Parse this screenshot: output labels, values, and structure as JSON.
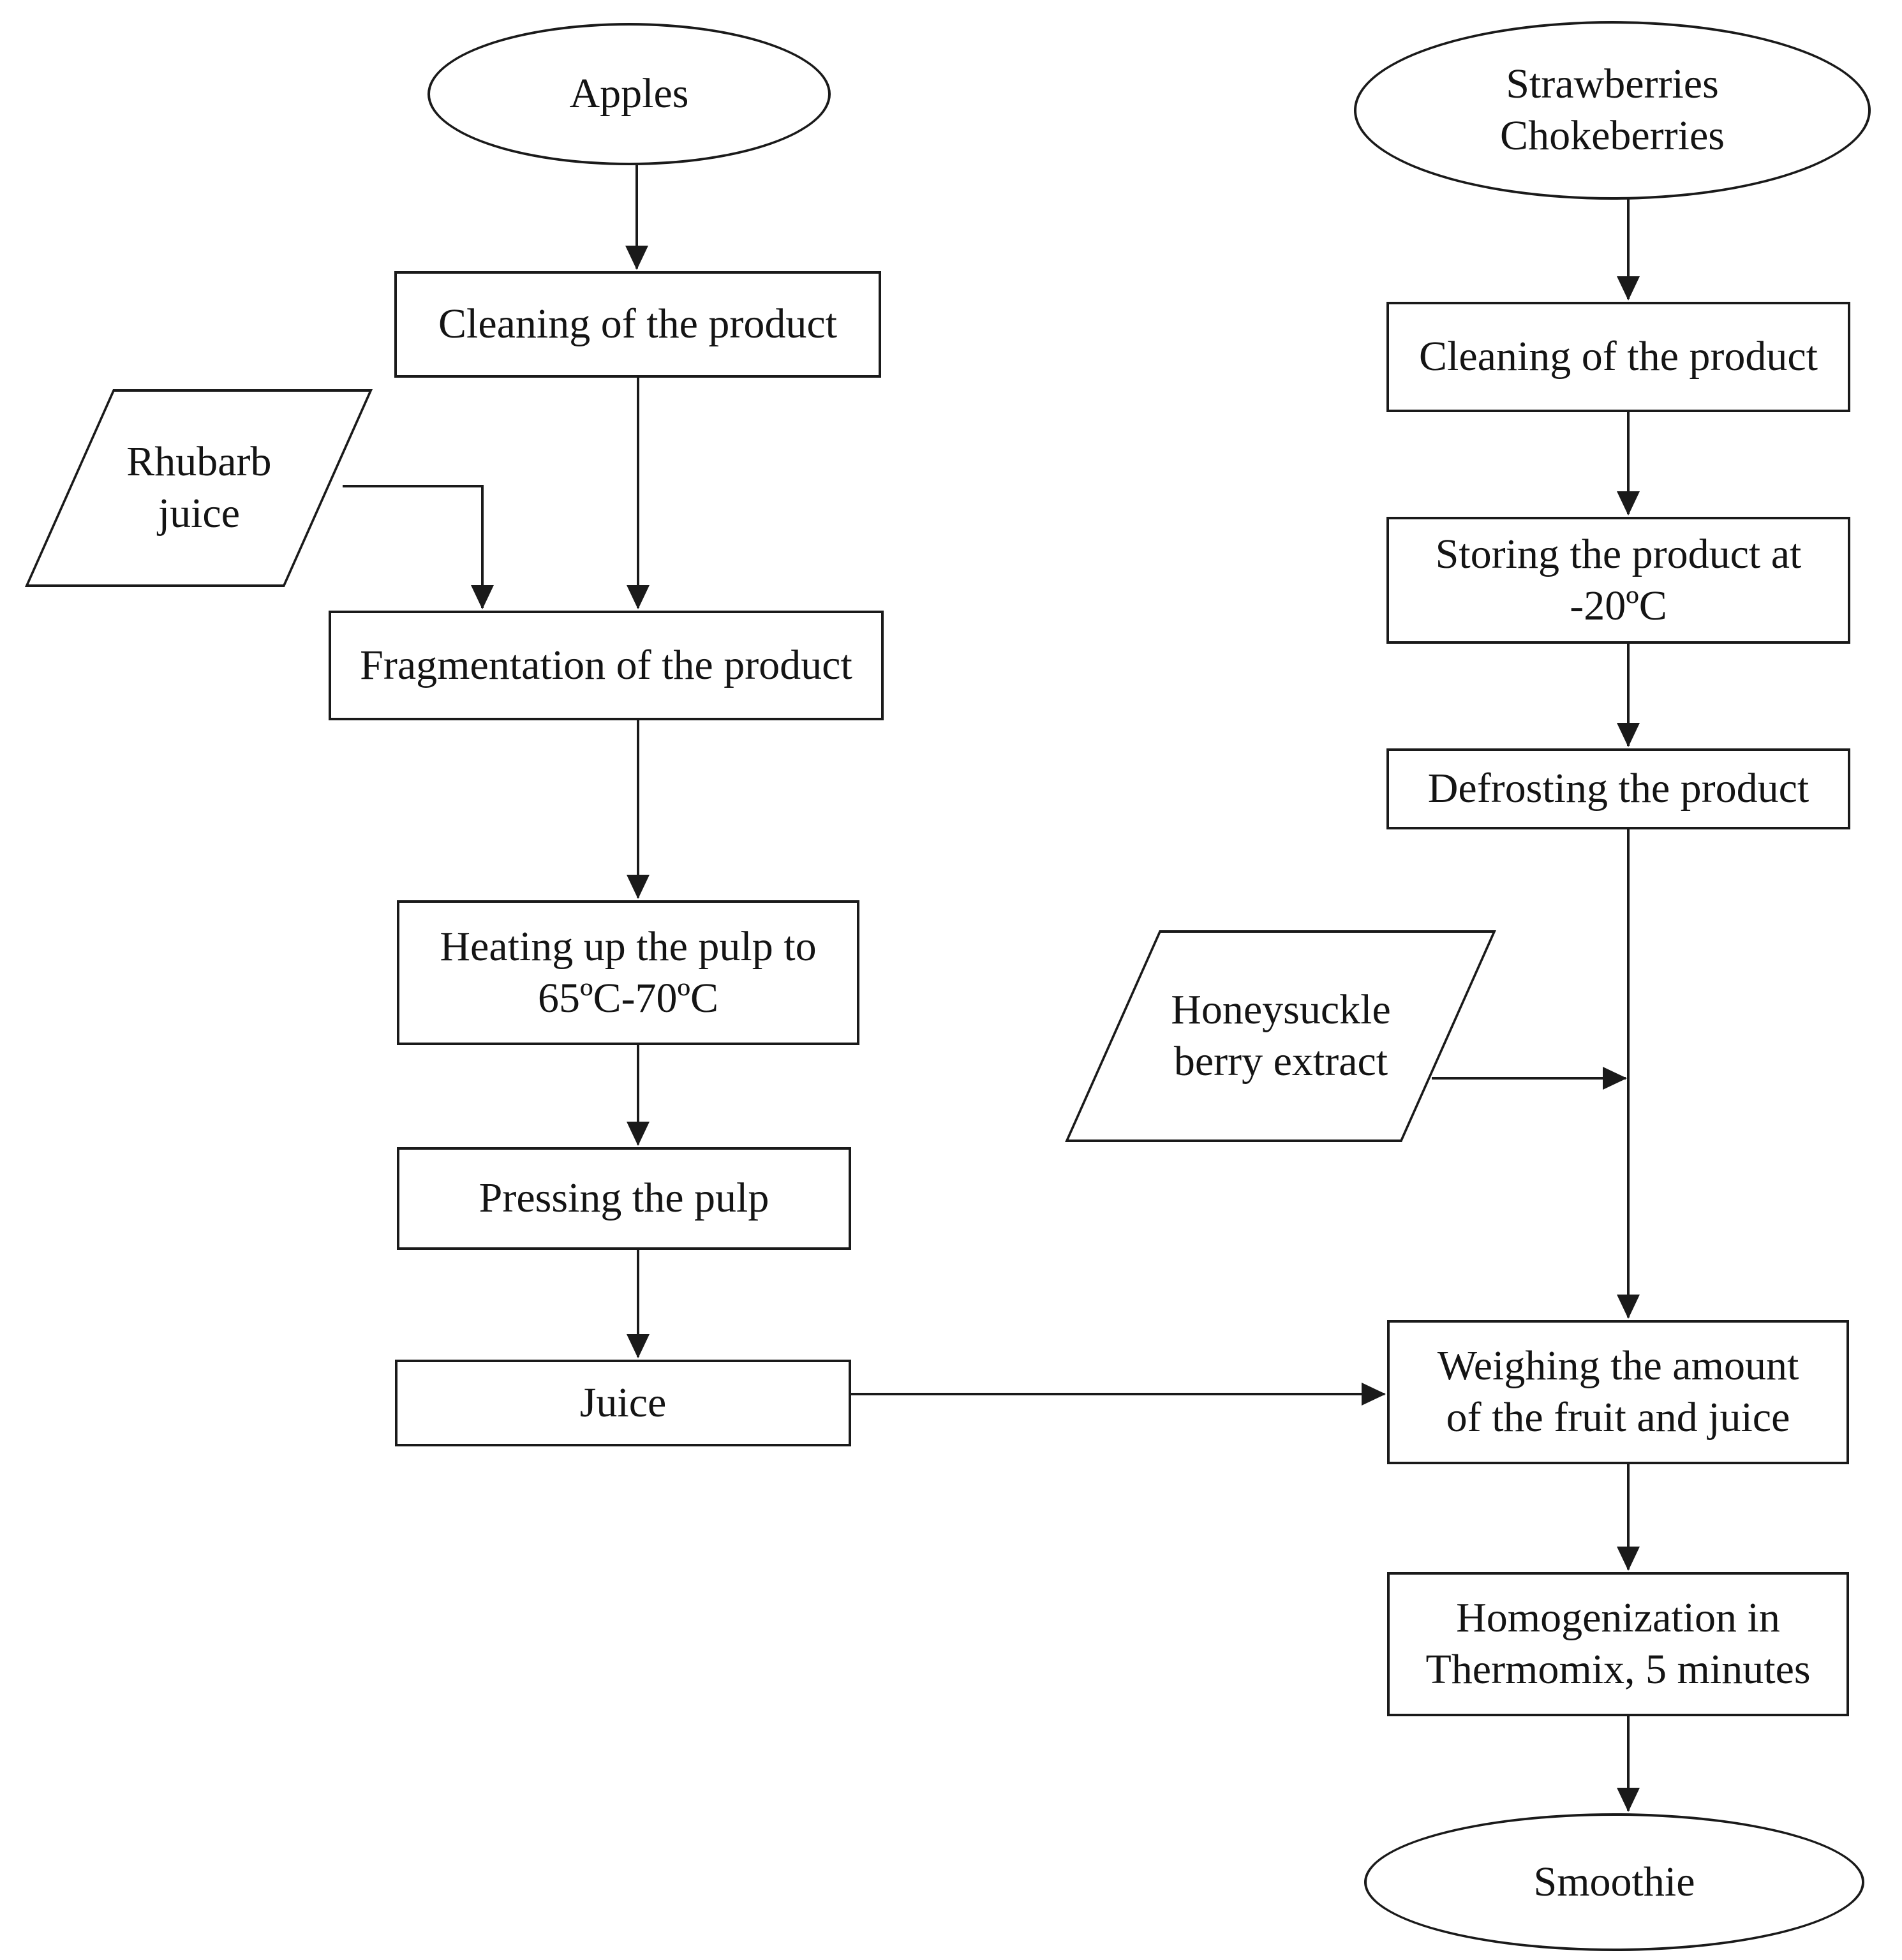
{
  "diagram": {
    "type": "flowchart",
    "colors": {
      "stroke": "#1a1a1a",
      "background": "#ffffff",
      "text": "#141414"
    },
    "nodes": {
      "apples": {
        "shape": "ellipse",
        "lines": [
          "Apples"
        ]
      },
      "cleaning_left": {
        "shape": "process",
        "lines": [
          "Cleaning of the product"
        ]
      },
      "rhubarb_juice": {
        "shape": "parallelogram",
        "lines": [
          "Rhubarb",
          "juice"
        ]
      },
      "fragmentation": {
        "shape": "process",
        "lines": [
          "Fragmentation of the product"
        ]
      },
      "heating": {
        "shape": "process",
        "lines": [
          "Heating up the pulp to",
          "65ºC-70ºC"
        ]
      },
      "pressing": {
        "shape": "process",
        "lines": [
          "Pressing the pulp"
        ]
      },
      "juice": {
        "shape": "process",
        "lines": [
          "Juice"
        ]
      },
      "strawberries": {
        "shape": "ellipse",
        "lines": [
          "Strawberries",
          "Chokeberries"
        ]
      },
      "cleaning_right": {
        "shape": "process",
        "lines": [
          "Cleaning of the product"
        ]
      },
      "storing": {
        "shape": "process",
        "lines": [
          "Storing the product at",
          "-20ºC"
        ]
      },
      "defrosting": {
        "shape": "process",
        "lines": [
          "Defrosting the product"
        ]
      },
      "honeysuckle": {
        "shape": "parallelogram",
        "lines": [
          "Honeysuckle",
          "berry extract"
        ]
      },
      "weighing": {
        "shape": "process",
        "lines": [
          "Weighing the amount",
          "of the fruit and juice"
        ]
      },
      "homogenization": {
        "shape": "process",
        "lines": [
          "Homogenization in",
          "Thermomix, 5 minutes"
        ]
      },
      "smoothie": {
        "shape": "ellipse",
        "lines": [
          "Smoothie"
        ]
      }
    },
    "edges": [
      {
        "from": "apples",
        "to": "cleaning_left"
      },
      {
        "from": "cleaning_left",
        "to": "fragmentation"
      },
      {
        "from": "rhubarb_juice",
        "to": "fragmentation"
      },
      {
        "from": "fragmentation",
        "to": "heating"
      },
      {
        "from": "heating",
        "to": "pressing"
      },
      {
        "from": "pressing",
        "to": "juice"
      },
      {
        "from": "juice",
        "to": "weighing"
      },
      {
        "from": "strawberries",
        "to": "cleaning_right"
      },
      {
        "from": "cleaning_right",
        "to": "storing"
      },
      {
        "from": "storing",
        "to": "defrosting"
      },
      {
        "from": "defrosting",
        "to": "weighing"
      },
      {
        "from": "honeysuckle",
        "to": "weighing"
      },
      {
        "from": "weighing",
        "to": "homogenization"
      },
      {
        "from": "homogenization",
        "to": "smoothie"
      }
    ]
  }
}
